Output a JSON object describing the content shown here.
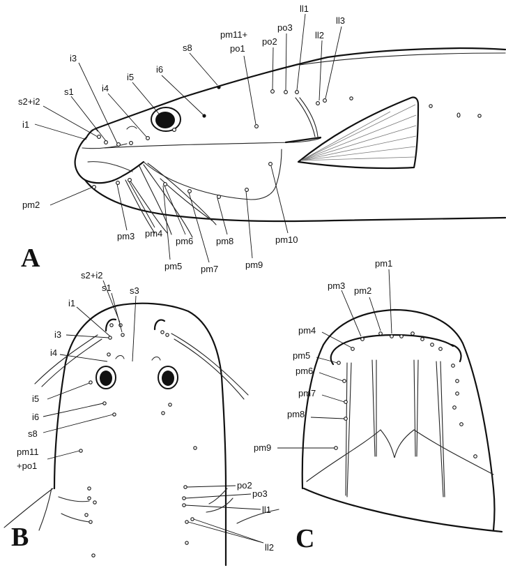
{
  "panels": {
    "A": {
      "letter": "A",
      "labels": {
        "s2i2": "s2+i2",
        "s1": "s1",
        "i1": "i1",
        "i3": "i3",
        "i4": "i4",
        "i5": "i5",
        "i6": "i6",
        "s8": "s8",
        "pm11": "pm11+",
        "po1": "po1",
        "po2": "po2",
        "po3": "po3",
        "ll1": "ll1",
        "ll2": "ll2",
        "ll3": "ll3",
        "pm2": "pm2",
        "pm3": "pm3",
        "pm4": "pm4",
        "pm5": "pm5",
        "pm6": "pm6",
        "pm7": "pm7",
        "pm8": "pm8",
        "pm9": "pm9",
        "pm10": "pm10"
      }
    },
    "B": {
      "letter": "B",
      "labels": {
        "s2i2": "s2+i2",
        "s1": "s1",
        "s3": "s3",
        "i1": "i1",
        "i3": "i3",
        "i4": "i4",
        "i5": "i5",
        "i6": "i6",
        "s8": "s8",
        "pm11": "pm11",
        "po1": "+po1",
        "po2": "po2",
        "po3": "po3",
        "ll1": "ll1",
        "ll2": "ll2"
      }
    },
    "C": {
      "letter": "C",
      "labels": {
        "pm1": "pm1",
        "pm2": "pm2",
        "pm3": "pm3",
        "pm4": "pm4",
        "pm5": "pm5",
        "pm6": "pm6",
        "pm7": "pm7",
        "pm8": "pm8",
        "pm9": "pm9"
      }
    }
  }
}
